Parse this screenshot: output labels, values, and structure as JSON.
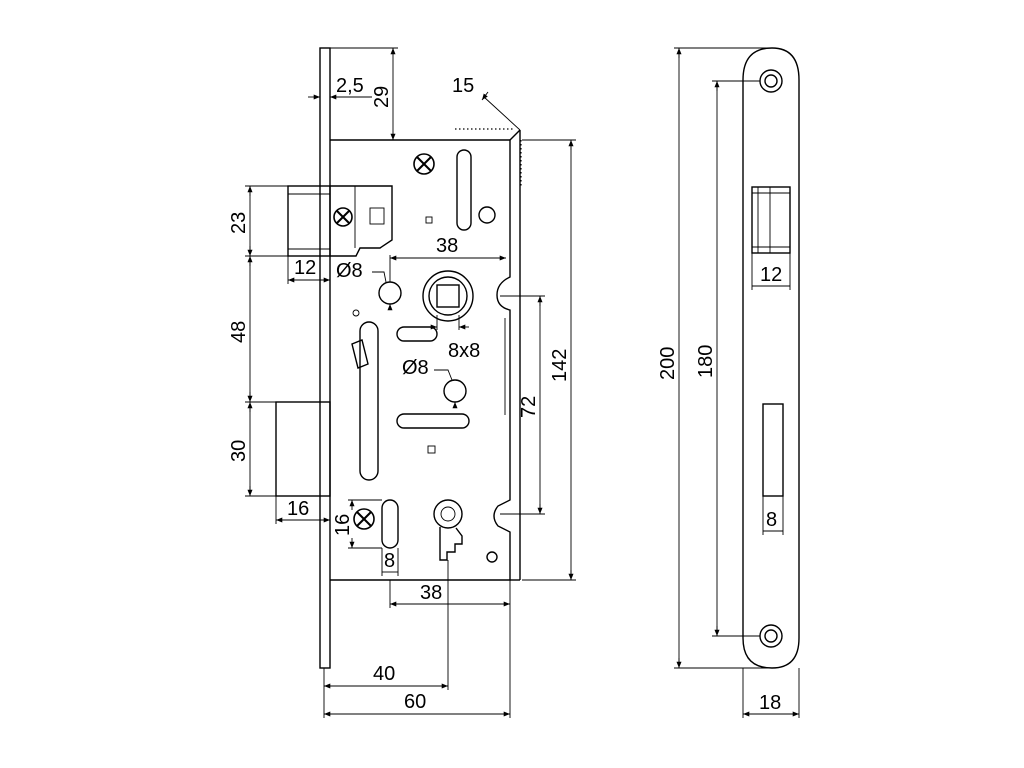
{
  "dimensions": {
    "faceplate_thickness": "2,5",
    "top_offset": "29",
    "angle": "15",
    "latch_height": "23",
    "latch_projection": "12",
    "latch_to_bolt": "48",
    "bolt_height": "30",
    "bolt_projection": "16",
    "spindle_hole_dia": "Ø8",
    "spindle_hole_dia_2": "Ø8",
    "spindle_offset_horizontal": "38",
    "spindle_square": "8x8",
    "handle_to_keyhole": "72",
    "case_height": "142",
    "screw_slot_height": "16",
    "screw_slot_width": "8",
    "keyhole_offset": "38",
    "backset": "40",
    "case_depth": "60",
    "strike_length": "200",
    "strike_hole_spacing": "180",
    "strike_latch_width": "12",
    "strike_bolt_width": "8",
    "strike_width": "18"
  }
}
